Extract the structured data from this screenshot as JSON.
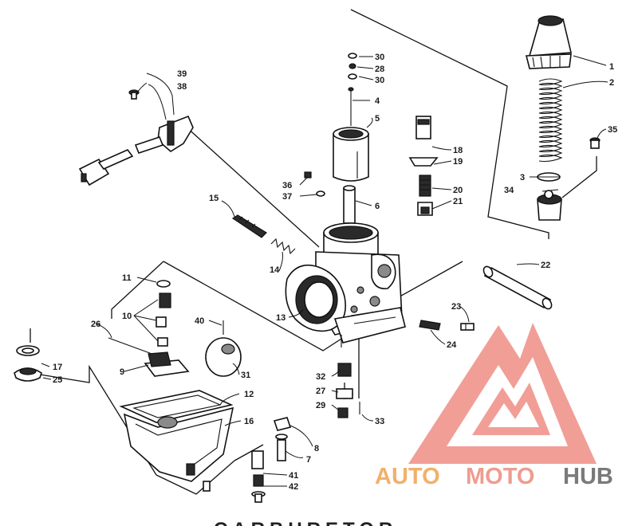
{
  "diagram": {
    "caption": "CARBURETOR",
    "callouts": [
      "1",
      "2",
      "3",
      "4",
      "5",
      "6",
      "7",
      "8",
      "9",
      "10",
      "11",
      "12",
      "13",
      "14",
      "15",
      "16",
      "17",
      "18",
      "19",
      "20",
      "21",
      "22",
      "23",
      "24",
      "25",
      "26",
      "27",
      "28",
      "29",
      "30",
      "31",
      "32",
      "33",
      "34",
      "35",
      "36",
      "37",
      "38",
      "39",
      "40",
      "41",
      "42"
    ],
    "part_30_top": "30",
    "part_30_bottom": "30"
  },
  "watermark": {
    "word_auto": "AUTO",
    "word_moto": "MOTO",
    "word_hub": "HUB",
    "colors": {
      "logo": "#ef8e86",
      "auto": "#f2b06a",
      "moto": "#ee9c8f",
      "hub": "#7a7a7a"
    }
  }
}
